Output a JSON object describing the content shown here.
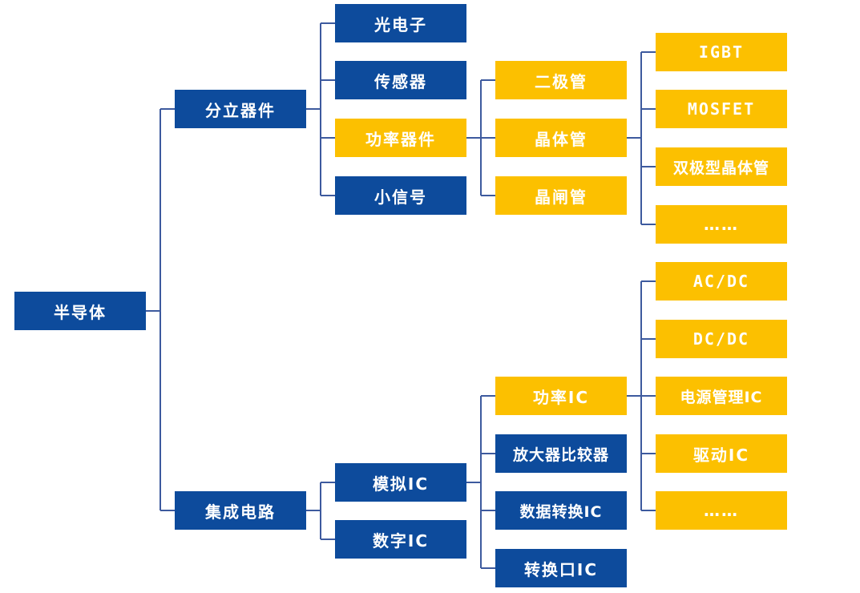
{
  "colors": {
    "blue_node": "#0d4b9c",
    "gold_node": "#fcc000",
    "connector": "#3d5a9e"
  },
  "root": {
    "label": "半导体"
  },
  "level1": {
    "discrete": {
      "label": "分立器件"
    },
    "ic": {
      "label": "集成电路"
    }
  },
  "discrete_children": {
    "optoelectronics": {
      "label": "光电子"
    },
    "sensors": {
      "label": "传感器"
    },
    "power_devices": {
      "label": "功率器件"
    },
    "small_signal": {
      "label": "小信号"
    }
  },
  "power_device_types": {
    "diode": {
      "label": "二极管"
    },
    "transistor": {
      "label": "晶体管"
    },
    "thyristor": {
      "label": "晶闸管"
    }
  },
  "transistor_types": {
    "igbt": {
      "label": "IGBT"
    },
    "mosfet": {
      "label": "MOSFET"
    },
    "bjt": {
      "label": "双极型晶体管"
    },
    "more": {
      "label": "……"
    }
  },
  "ic_children": {
    "analog": {
      "label": "模拟IC"
    },
    "digital": {
      "label": "数字IC"
    }
  },
  "analog_types": {
    "power_ic": {
      "label": "功率IC"
    },
    "amp_comparator": {
      "label": "放大器比较器"
    },
    "data_converter": {
      "label": "数据转换IC"
    },
    "interface": {
      "label": "转换口IC"
    }
  },
  "power_ic_types": {
    "acdc": {
      "label": "AC/DC"
    },
    "dcdc": {
      "label": "DC/DC"
    },
    "pmic": {
      "label": "电源管理IC"
    },
    "driver": {
      "label": "驱动IC"
    },
    "more": {
      "label": "……"
    }
  }
}
